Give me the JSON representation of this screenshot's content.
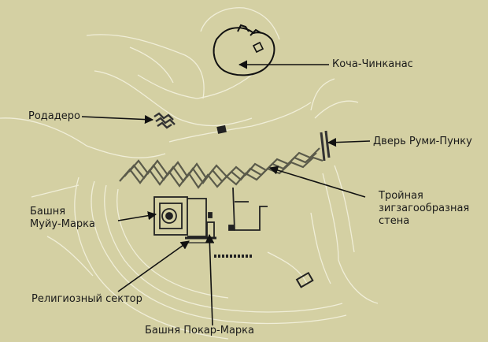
{
  "colors": {
    "background": "#d4d0a3",
    "contour": "#f0eed8",
    "wall": "#5a5a4a",
    "ink": "#1a1a1a"
  },
  "labels": {
    "kocha": "Коча-Чинканас",
    "rodadero": "Родадеро",
    "door": "Дверь Руми-Пунку",
    "wall_line1": "Тройная",
    "wall_line2": "зигзагообразная",
    "wall_line3": "стена",
    "muyu_line1": "Башня",
    "muyu_line2": "Муйу-Марка",
    "religious": "Религиозный сектор",
    "pokar": "Башня Покар-Марка"
  }
}
